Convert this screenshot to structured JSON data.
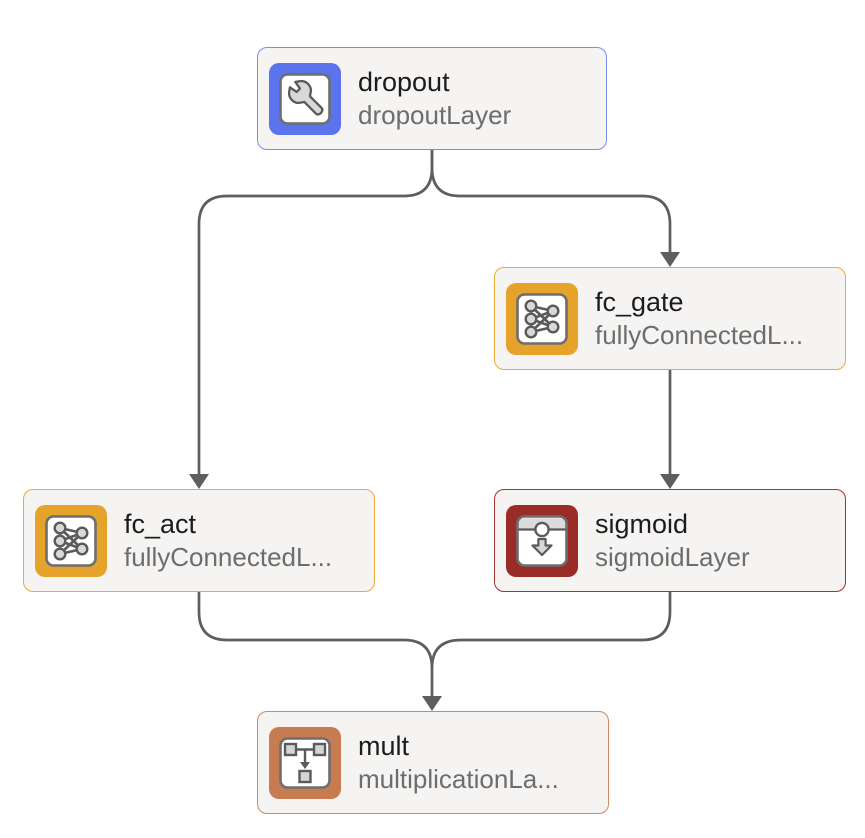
{
  "diagram": {
    "tool": "layer-graph-editor",
    "background_color": "#FFFFFF",
    "edge_color": "#5E5E5E",
    "node_fill_color": "#F5F4F3",
    "title_color": "#1C1C1C",
    "subtitle_color": "#6D6D6D",
    "icon_colors": {
      "glyph_stroke": "#5A5A5A",
      "glyph_fill": "#D8D8D8",
      "inner_square": "#FFFFFF"
    },
    "nodes": [
      {
        "id": "dropout",
        "title": "dropout",
        "subtitle": "dropoutLayer",
        "icon": "wrench-icon",
        "accent_color": "#5B74EE",
        "border_color": "#7A8CF0"
      },
      {
        "id": "fc_gate",
        "title": "fc_gate",
        "subtitle": "fullyConnectedL...",
        "icon": "fully-connected-icon",
        "accent_color": "#E5A32B",
        "border_color": "#EAAC38"
      },
      {
        "id": "fc_act",
        "title": "fc_act",
        "subtitle": "fullyConnectedL...",
        "icon": "fully-connected-icon",
        "accent_color": "#E5A32B",
        "border_color": "#EAAC38"
      },
      {
        "id": "sigmoid",
        "title": "sigmoid",
        "subtitle": "sigmoidLayer",
        "icon": "sigmoid-icon",
        "accent_color": "#9A2C28",
        "border_color": "#A13532"
      },
      {
        "id": "mult",
        "title": "mult",
        "subtitle": "multiplicationLa...",
        "icon": "multiplication-icon",
        "accent_color": "#C67C50",
        "border_color": "#CE8A5E"
      }
    ],
    "edges": [
      {
        "from": "dropout",
        "to": "fc_act"
      },
      {
        "from": "dropout",
        "to": "fc_gate"
      },
      {
        "from": "fc_gate",
        "to": "sigmoid"
      },
      {
        "from": "fc_act",
        "to": "mult"
      },
      {
        "from": "sigmoid",
        "to": "mult"
      }
    ]
  }
}
